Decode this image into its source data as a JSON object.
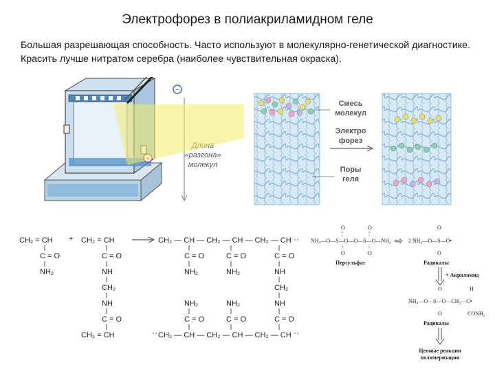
{
  "slide": {
    "title": "Электрофорез в полиакриламидном геле",
    "body": "Большая разрешающая способность. Часто используют в молекулярно-генетической диагностике. Красить лучше нитратом серебра (наиболее чувствительная окраска)."
  },
  "apparatus": {
    "label_minus": "−",
    "label_plus": "+",
    "length_label": [
      "Длина",
      "«разгона»",
      "молекул"
    ]
  },
  "gel_diagram": {
    "mix_label": [
      "Смесь",
      "молекул"
    ],
    "electro_label": [
      "Электро",
      "форез"
    ],
    "pores_label": [
      "Поры",
      "геля"
    ]
  },
  "reaction": {
    "plus": "+",
    "acrylamide": {
      "top": "CH₂ = CH",
      "co": "C = O",
      "nh2": "NH₂"
    },
    "bis": {
      "top": "CH₂ = CH",
      "co": "C = O",
      "nh1": "NH",
      "ch2": "CH₂",
      "nh2": "NH",
      "co2": "C = O",
      "bottom": "CH₂ = CH"
    },
    "chain": "CH₂ — CH — CH₂ — CH — CH₂ — CH",
    "sub_co": "C = O",
    "sub_nh2": "NH₂",
    "sub_nh": "NH",
    "sub_ch2": "CH₂"
  },
  "persulfate": {
    "formula": "NH₄—O—S—O—O—S—O—NH₄",
    "o": "O",
    "label": "Персульфат",
    "arrow": "⇨",
    "radical_formula": "2 NH₄—O—S—O•",
    "radicals_label": "Радикалы",
    "plus_acrylamide": "+ Акриламид",
    "adduct_formula": "NH₄—O—S—O—CH₂—C•",
    "h": "H",
    "conh2": "CONH₂",
    "radicals_label_2": "Радикалы",
    "chain_label": [
      "Цепные реакции",
      "полимеризации"
    ]
  }
}
